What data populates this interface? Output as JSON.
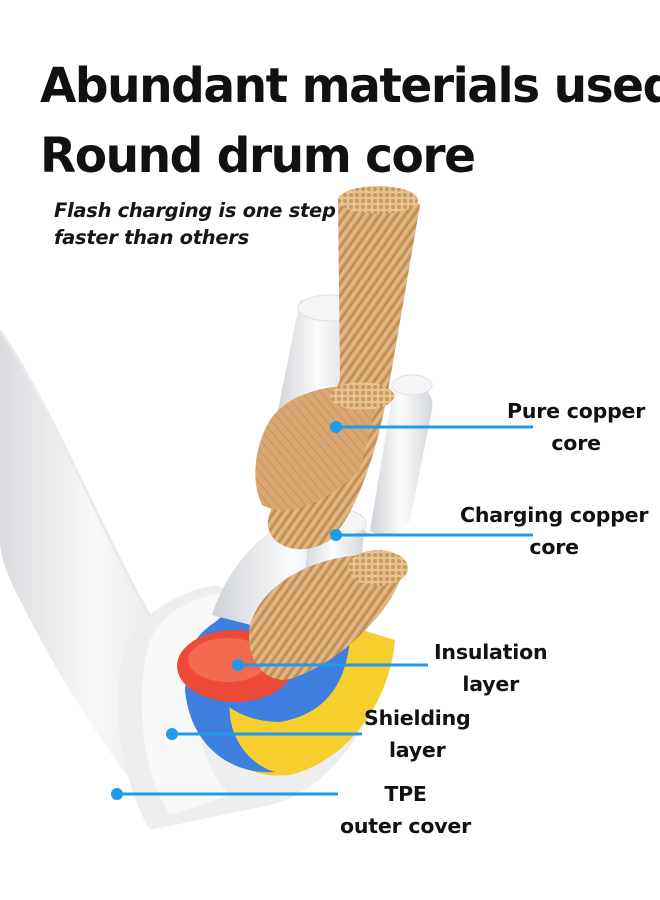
{
  "headline": {
    "line1": "Abundant materials used",
    "line2": "Round drum core"
  },
  "subtitle": {
    "line1": "Flash charging is one step",
    "line2": "faster than others"
  },
  "callouts": [
    {
      "line1": "Pure copper",
      "line2": "core"
    },
    {
      "line1": "Charging copper",
      "line2": "core"
    },
    {
      "line1": "Insulation",
      "line2": "layer"
    },
    {
      "line1": "Shielding",
      "line2": "layer"
    },
    {
      "line1": "TPE",
      "line2": "outer cover"
    }
  ],
  "colors": {
    "leader_line": "#1e9bea",
    "insulation_red": "#ee4a3a",
    "shield_blue": "#3f7fe0",
    "shield_yellow": "#f6cf2e",
    "copper": "#d9a871",
    "outer_cover": "#f1f2f4"
  }
}
